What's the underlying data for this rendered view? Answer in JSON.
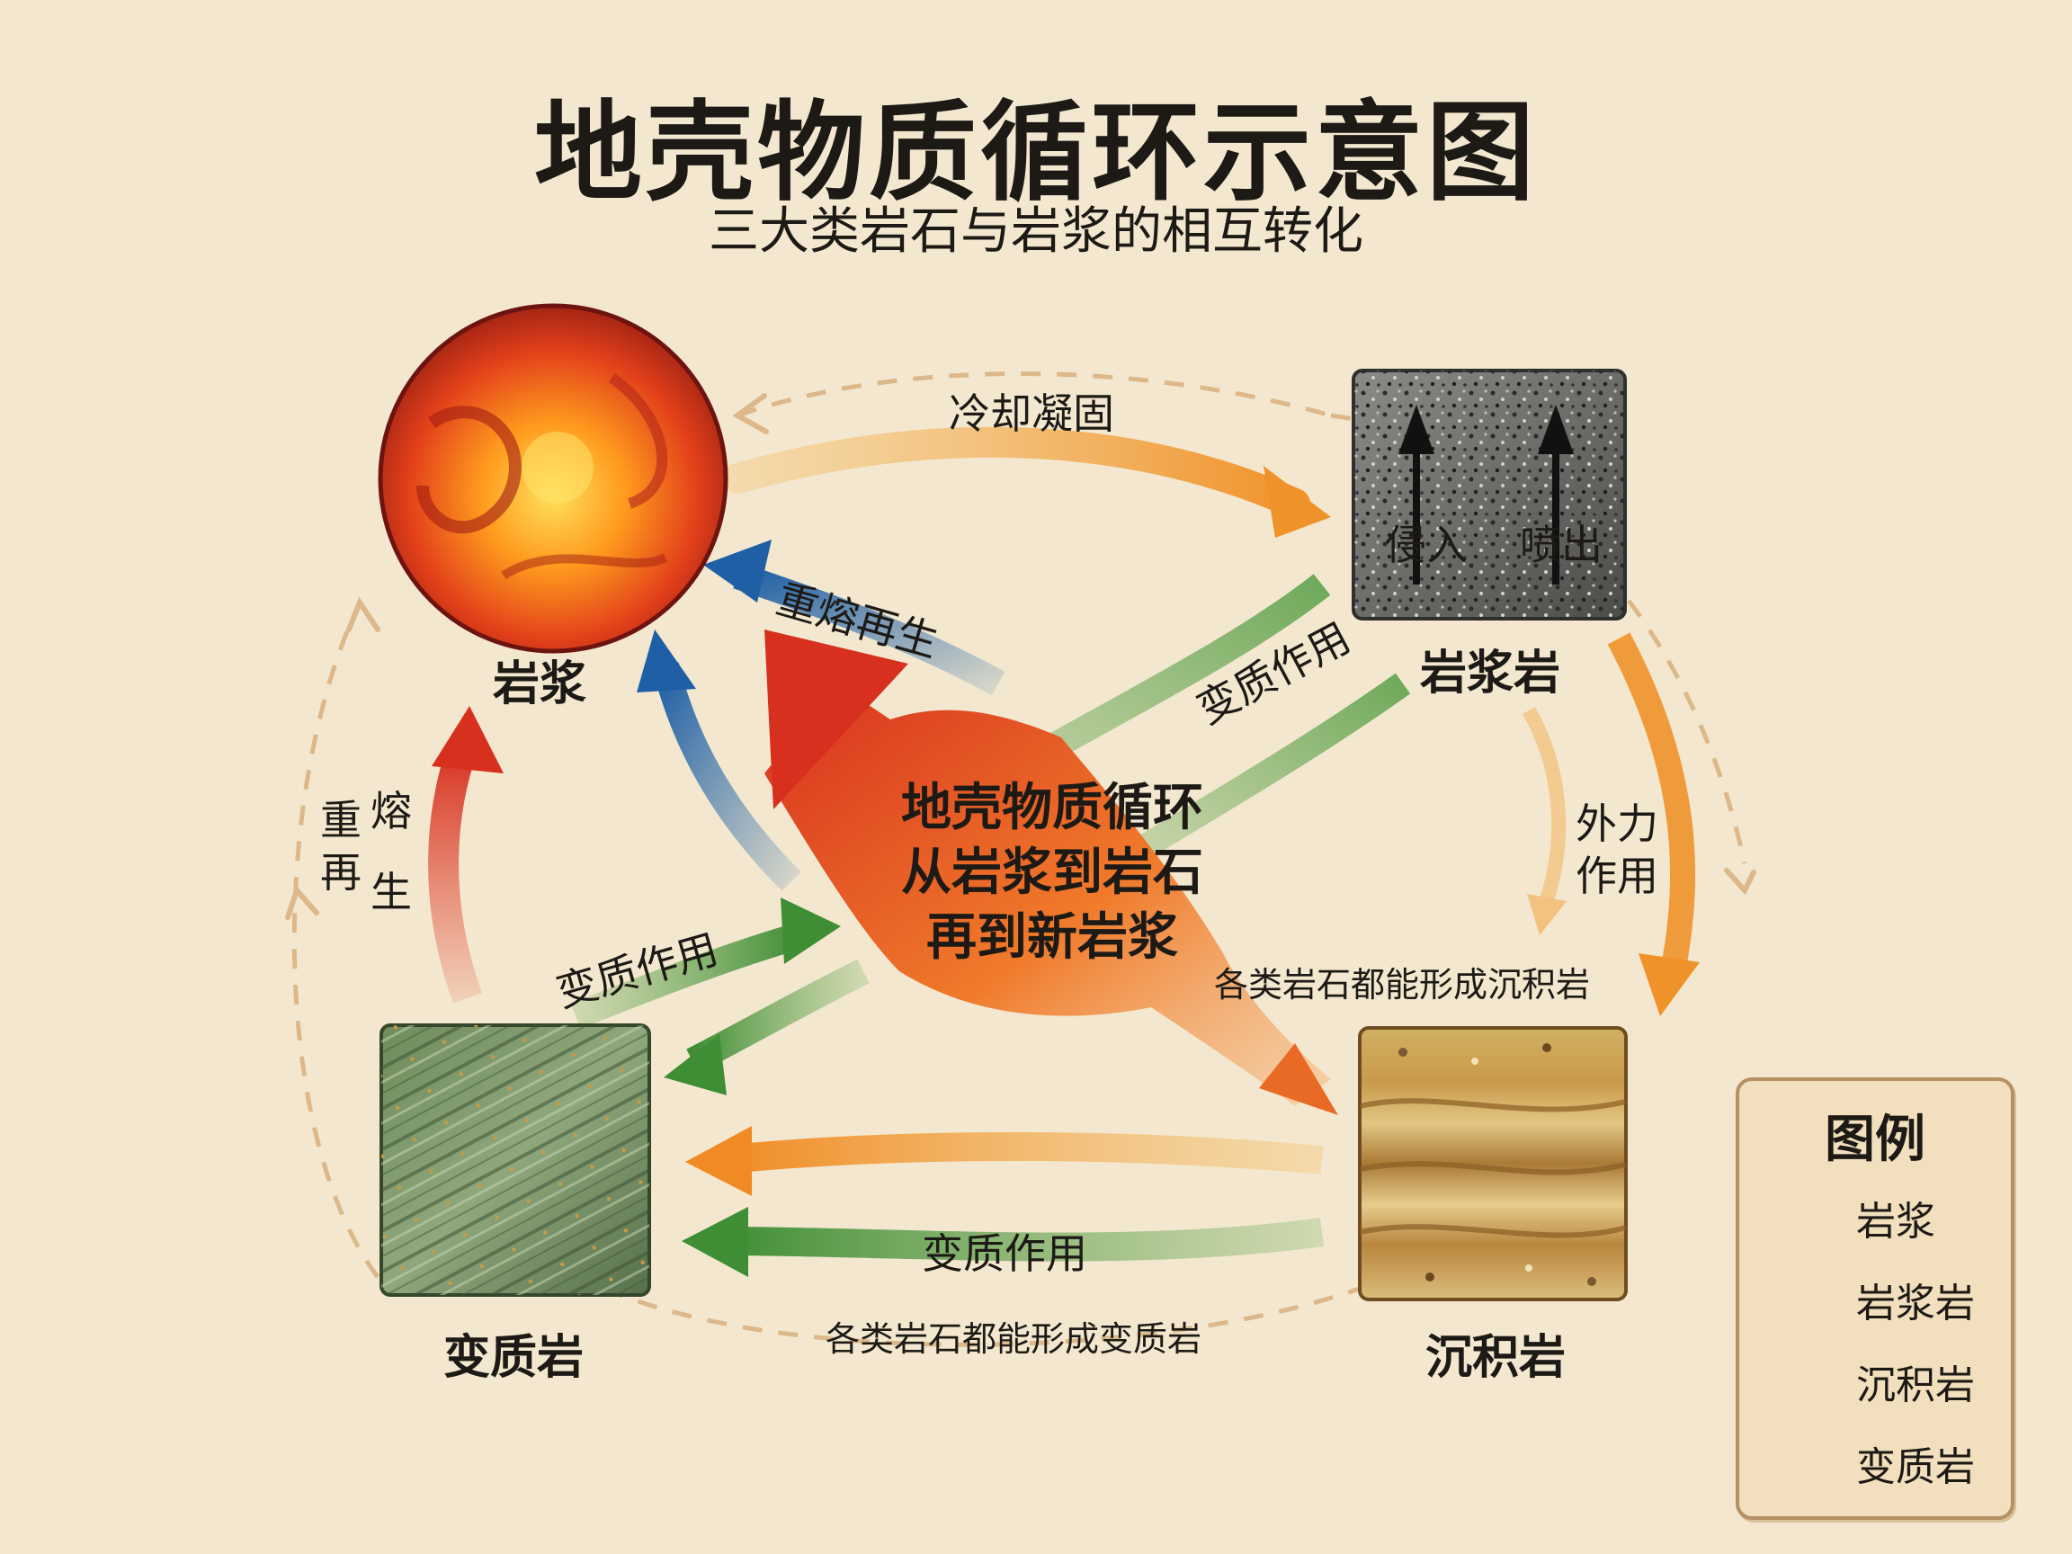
{
  "title": "地壳物质循环示意图",
  "subtitle": "三大类岩石与岩浆的相互转化",
  "nodes": {
    "magma": "岩浆",
    "igneous": "岩浆岩",
    "sedimentary": "沉积岩",
    "metamorphic": "变质岩"
  },
  "arrow_labels": {
    "cooling": "冷却凝固",
    "remelt_top": "重熔再生",
    "remelt_left": [
      "重",
      "熔",
      "再",
      "生"
    ],
    "meta_igneous": "变质作用",
    "meta_left": "变质作用",
    "meta_bottom": "变质作用",
    "external": [
      "外力",
      "作用"
    ],
    "intrusion": "侵入",
    "eruption": "喷出"
  },
  "center_text": [
    "地壳物质循环",
    "从岩浆到岩石",
    "再到新岩浆"
  ],
  "notes": {
    "sedimentary": "各类岩石都能形成沉积岩",
    "metamorphic": "各类岩石都能形成变质岩"
  },
  "legend": {
    "title": "图例",
    "items": [
      {
        "label": "岩浆",
        "icon": "magma-swatch"
      },
      {
        "label": "岩浆岩",
        "icon": "igneous-swatch"
      },
      {
        "label": "沉积岩",
        "icon": "sedimentary-swatch"
      },
      {
        "label": "变质岩",
        "icon": "metamorphic-swatch"
      }
    ]
  },
  "colors": {
    "background": "#f3e8cf",
    "orange_arrow": "#f0922a",
    "red_arrow": "#d8392a",
    "blue_arrow": "#2a69a8",
    "green_arrow": "#4f9a3e",
    "dashed_cycle": "#dcb88a"
  }
}
